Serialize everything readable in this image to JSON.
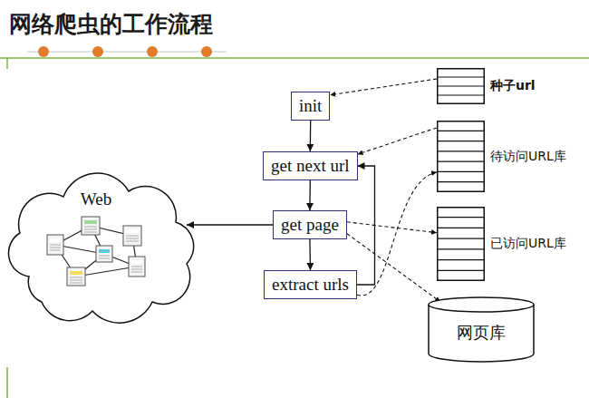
{
  "diagram": {
    "title": "网络爬虫的工作流程",
    "nodes": [
      {
        "text": [
          "init"
        ]
      },
      {
        "text": [
          "get next url"
        ]
      },
      {
        "text": [
          "get page"
        ]
      },
      {
        "text": [
          "extract urls"
        ]
      },
      {
        "text": [
          "Web"
        ]
      },
      {
        "text": [
          "种子url"
        ]
      },
      {
        "text": [
          "待访问URL库"
        ]
      },
      {
        "text": [
          "已访问URL库"
        ]
      },
      {
        "text": [
          "网页库"
        ]
      }
    ],
    "edges": [
      {
        "from": 5,
        "to": 0,
        "arrow": "to"
      },
      {
        "from": 0,
        "to": 1,
        "arrow": "to"
      },
      {
        "from": 6,
        "to": 1,
        "arrow": "to"
      },
      {
        "from": 1,
        "to": 2,
        "arrow": "to"
      },
      {
        "from": 2,
        "to": 4,
        "arrow": "to"
      },
      {
        "from": 2,
        "to": 3,
        "arrow": "to"
      },
      {
        "from": 2,
        "to": 7,
        "arrow": "to"
      },
      {
        "from": 2,
        "to": 8,
        "arrow": "to"
      },
      {
        "from": 3,
        "to": 6,
        "arrow": "to"
      },
      {
        "from": 3,
        "to": 1,
        "arrow": "to"
      }
    ]
  }
}
